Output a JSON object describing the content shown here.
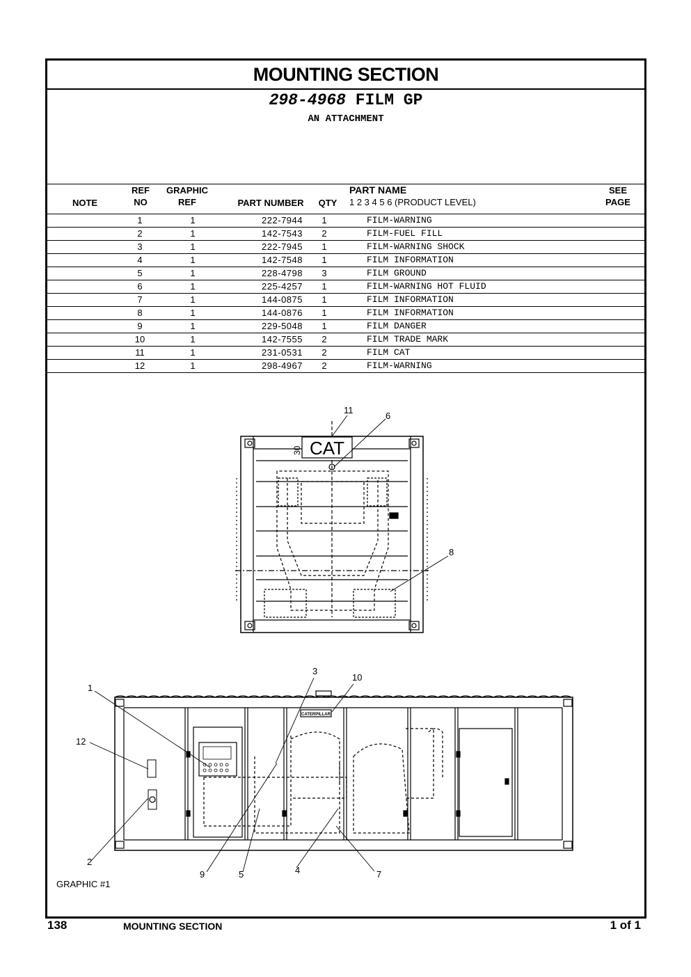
{
  "section_title": "MOUNTING SECTION",
  "part_title": {
    "number": "298-4968",
    "name": "FILM GP"
  },
  "subtitle": "AN ATTACHMENT",
  "columns": {
    "note": "NOTE",
    "ref_no_1": "REF",
    "ref_no_2": "NO",
    "graphic_ref_1": "GRAPHIC",
    "graphic_ref_2": "REF",
    "part_number": "PART NUMBER",
    "qty": "QTY",
    "part_name": "PART NAME",
    "product_level": "1 2 3 4 5 6 (PRODUCT LEVEL)",
    "see_page_1": "SEE",
    "see_page_2": "PAGE"
  },
  "parts": [
    {
      "ref": "1",
      "graphic_ref": "1",
      "part_number": "222-7944",
      "qty": "1",
      "name": "FILM-WARNING"
    },
    {
      "ref": "2",
      "graphic_ref": "1",
      "part_number": "142-7543",
      "qty": "2",
      "name": "FILM-FUEL FILL"
    },
    {
      "ref": "3",
      "graphic_ref": "1",
      "part_number": "222-7945",
      "qty": "1",
      "name": "FILM-WARNING SHOCK"
    },
    {
      "ref": "4",
      "graphic_ref": "1",
      "part_number": "142-7548",
      "qty": "1",
      "name": "FILM INFORMATION"
    },
    {
      "ref": "5",
      "graphic_ref": "1",
      "part_number": "228-4798",
      "qty": "3",
      "name": "FILM GROUND"
    },
    {
      "ref": "6",
      "graphic_ref": "1",
      "part_number": "225-4257",
      "qty": "1",
      "name": "FILM-WARNING HOT FLUID"
    },
    {
      "ref": "7",
      "graphic_ref": "1",
      "part_number": "144-0875",
      "qty": "1",
      "name": "FILM INFORMATION"
    },
    {
      "ref": "8",
      "graphic_ref": "1",
      "part_number": "144-0876",
      "qty": "1",
      "name": "FILM INFORMATION"
    },
    {
      "ref": "9",
      "graphic_ref": "1",
      "part_number": "229-5048",
      "qty": "1",
      "name": "FILM DANGER"
    },
    {
      "ref": "10",
      "graphic_ref": "1",
      "part_number": "142-7555",
      "qty": "2",
      "name": "FILM TRADE MARK"
    },
    {
      "ref": "11",
      "graphic_ref": "1",
      "part_number": "231-0531",
      "qty": "2",
      "name": "FILM CAT"
    },
    {
      "ref": "12",
      "graphic_ref": "1",
      "part_number": "298-4967",
      "qty": "2",
      "name": "FILM-WARNING"
    }
  ],
  "drawing": {
    "cat_logo": "CAT",
    "caterpillar_logo": "CATERPILLAR",
    "side_label": "30",
    "callouts": [
      "1",
      "2",
      "3",
      "4",
      "5",
      "6",
      "7",
      "8",
      "9",
      "10",
      "11",
      "12"
    ],
    "graphic_label": "GRAPHIC #1"
  },
  "footer": {
    "page": "138",
    "section": "MOUNTING SECTION",
    "page_of": "1 of 1"
  }
}
